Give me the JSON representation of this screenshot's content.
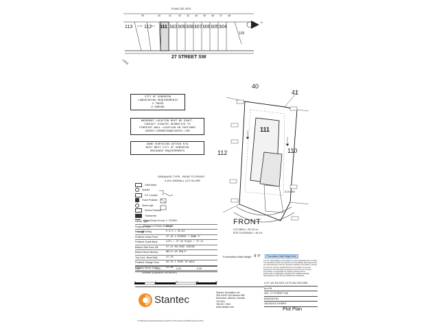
{
  "key_plan": {
    "plan_label": "PLAN 232-2574",
    "lot_numbers_upper": [
      "39",
      "40",
      "41",
      "42",
      "43",
      "44",
      "45",
      "46",
      "47",
      "48"
    ],
    "lot_numbers_lower": [
      "113",
      "112",
      "111",
      "110",
      "109",
      "108",
      "107",
      "106",
      "105",
      "104",
      "103"
    ],
    "street": "27 STREET SW",
    "north_label": "N"
  },
  "notes": {
    "landscaping": [
      "CITY OF EDMONTON",
      "LANDSCAPING REQUIREMENTS",
      "2 TREES",
      "6 SHRUBS"
    ],
    "basement": [
      "BASEMENT LOCATION MUST BE EXACT.",
      "CONTACT STANTEC GEOMATICS TO",
      "PINPOINT WALL LOCATION ON FOOTINGS",
      "SURVEY.EDMONTON@STANTEC.COM"
    ],
    "hard_surfacing": [
      "HARD SURFACING WITHIN R/W",
      "MUST MEET CITY OF EDMONTON",
      "DRAINAGE REQUIREMENTS"
    ]
  },
  "drainage": {
    "type": "DRAINAGE TYPE - REAR TO FRONT",
    "slope": "3-4% OVERALL LOT SLOPE"
  },
  "legend": [
    "Catch Basin",
    "Hydrant",
    "E.S. Location",
    "Power Pedestal",
    "Street Light",
    "Service Pedestal",
    "Transformer",
    "Offsets/Grade Ground",
    "Direction of Surface Drainage"
  ],
  "specs": [
    {
      "label": "House Type",
      "value": "2 STOREY"
    },
    {
      "label": "Finished Floor",
      "value": "38.00"
    },
    {
      "label": "Bottom Footing",
      "value": "H & G = 34.94"
    },
    {
      "label": "Finished Grade Front",
      "value": "37.16  4 RISERS + DOWN 4\""
    },
    {
      "label": "Finished Grade Back",
      "value": "Left = 37.32  Right = 37.41"
    },
    {
      "label": "Bottom Side Door Sill",
      "value": "37.22 RH-SIDE INSIDE"
    },
    {
      "label": "Bottom Bsmt Window",
      "value": "WELLS AS REQ'D"
    },
    {
      "label": "Top Conc. Bsmt Wall",
      "value": "37.70"
    },
    {
      "label": "Finished Garage Floor",
      "value": "36.70  1 RISE IN WALK"
    },
    {
      "label": "Sanitary Sewer Invert",
      "value": "33.48"
    }
  ],
  "elevations_row": {
    "label": "DOWNS (GARAGE ON RIGHT)",
    "values": [
      "0.32",
      "0.30",
      "0.34",
      "0.26"
    ]
  },
  "scale": {
    "marks": [
      "0",
      "5",
      "10",
      "15",
      "20"
    ]
  },
  "plot": {
    "neighbor_lots": [
      "40",
      "41",
      "112",
      "110"
    ],
    "lot_number": "111",
    "front_label": "FRONT",
    "lot_area": "LOT AREA = 337.51 m²",
    "site_coverage": "SITE COVERAGE = 46.1%",
    "row_label": "8.15 R/W"
  },
  "foundation": {
    "label": "Foundation Wall Height",
    "value": "8' 4\"",
    "note": "Foundation Wall Height Alert"
  },
  "disclaimer": [
    "It is the responsibility of the builder to verify all grades prior to construction.",
    "The elevations shown are based on the lot grading plan approved by the City.",
    "Any discrepancies must be reported to Stantec Geomatics in writing.",
    "Lot corners must be verified before the foundation is poured.",
    "This plan is for information purposes only and is not a survey.",
    "The builder is responsible for verifying all dimensions.",
    "Please refer to applicable regulations for building setbacks.",
    "Site grading to meet all City of Edmonton standards."
  ],
  "company": {
    "name": "Stantec",
    "legal_name": "Stantec Geomatics Ltd.",
    "address": [
      "300-10220 103 Avenue NW",
      "Edmonton, Alberta, Canada",
      "T5J 0K4"
    ],
    "phone": "780-917-7000",
    "web": "www.stantec.com"
  },
  "title_block": {
    "legal": "LOT 111  BLOCK 10  PLAN 2421280",
    "rows": [
      "ALLEN",
      "425 - 27 STREET SW",
      "EDMONTON",
      "",
      "2AA BUILD HOMES"
    ],
    "doc_title": "Plot Plan"
  },
  "footer_path": "V:\\1562\\active\\2624\\drawings\\model\\24-13 Plot Plan\\Lot111B10.dwg  Plot Plan"
}
